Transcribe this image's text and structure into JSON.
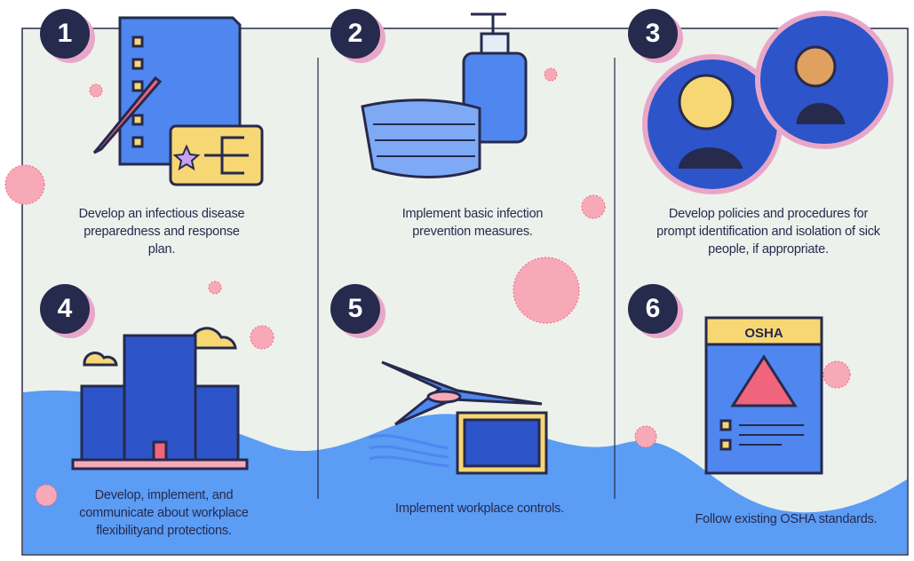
{
  "steps": [
    {
      "number": "1",
      "text": "Develop an infectious disease preparedness and response plan."
    },
    {
      "number": "2",
      "text": "Implement basic infection prevention measures."
    },
    {
      "number": "3",
      "text": "Develop policies and procedures for prompt identification and isolation of sick people, if appropriate."
    },
    {
      "number": "4",
      "text": "Develop, implement, and communicate about workplace flexibilityand protections."
    },
    {
      "number": "5",
      "text": "Implement workplace controls."
    },
    {
      "number": "6",
      "text": "Follow existing OSHA standards."
    }
  ],
  "sign_label": "OSHA",
  "colors": {
    "navy": "#262a4d",
    "blue": "#5b9cf5",
    "background": "#ecf1ec",
    "pink": "#e9a7c8",
    "yellow": "#f7d774",
    "virus": "#f0647c"
  }
}
